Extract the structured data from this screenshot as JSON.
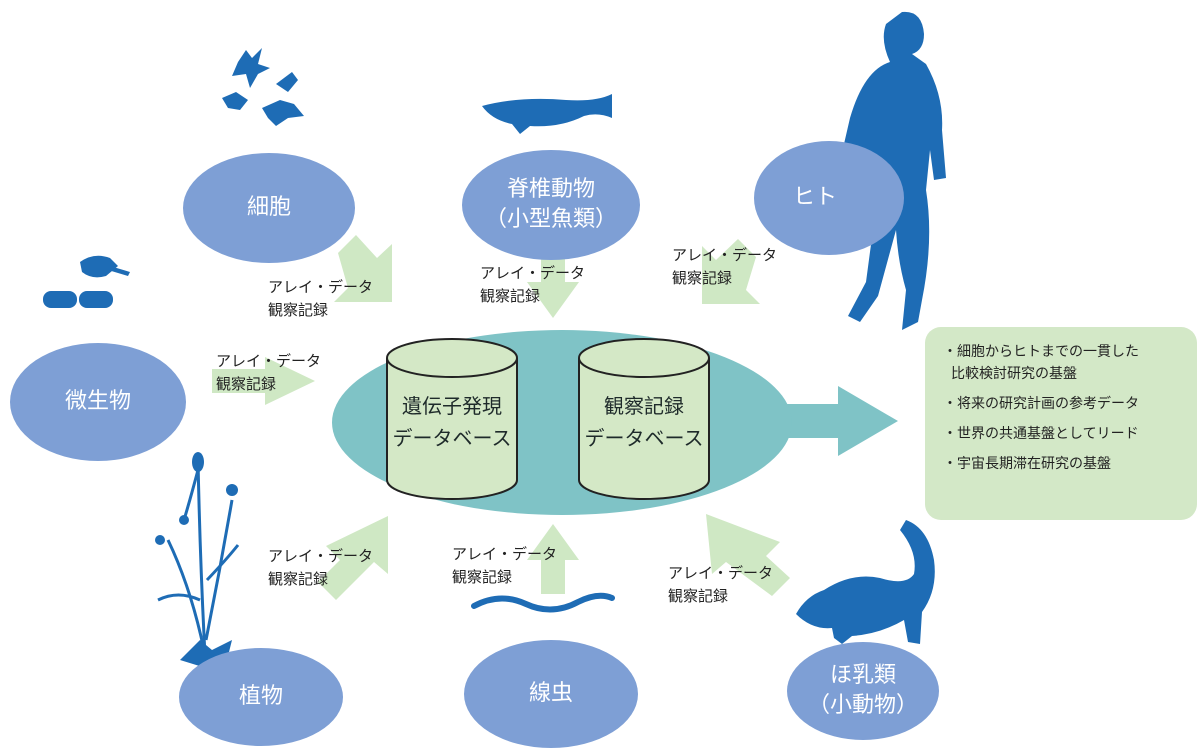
{
  "nodes": {
    "cell": "細胞",
    "vertebrate_1": "脊椎動物",
    "vertebrate_2": "（小型魚類）",
    "human": "ヒト",
    "microbe": "微生物",
    "plant": "植物",
    "nematode": "線虫",
    "mammal_1": "ほ乳類",
    "mammal_2": "（小動物）"
  },
  "flow_label": {
    "line1": "アレイ・データ",
    "line2": "観察記録"
  },
  "databases": {
    "gene_expression": {
      "line1": "遺伝子発現",
      "line2": "データベース"
    },
    "observation": {
      "line1": "観察記録",
      "line2": "データベース"
    }
  },
  "results": [
    {
      "line1": "・細胞からヒトまでの一貫した",
      "line2": "比較検討研究の基盤"
    },
    {
      "line1": "・将来の研究計画の参考データ"
    },
    {
      "line1": "・世界の共通基盤としてリード"
    },
    {
      "line1": "・宇宙長期滞在研究の基盤"
    }
  ],
  "colors": {
    "node": "#7e9fd5",
    "silhouette": "#1e6cb5",
    "hub": "#7fc3c6",
    "cylinder": "#d4e8c6",
    "arrow": "#cfe8c4",
    "big_arrow": "#7fc3c6",
    "result_box": "#d3e8c7"
  }
}
